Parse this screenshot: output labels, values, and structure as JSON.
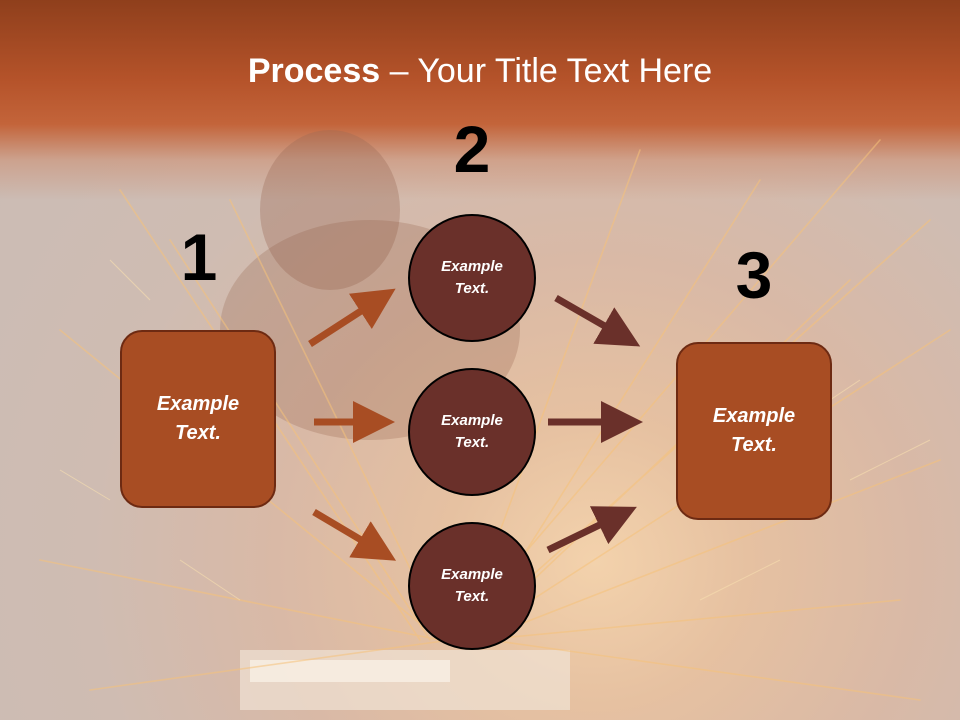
{
  "title": {
    "bold": "Process",
    "rest": " – Your Title Text Here"
  },
  "steps": [
    {
      "number": "1",
      "box": "Example Text."
    },
    {
      "number": "2",
      "circles": [
        "Example Text.",
        "Example Text.",
        "Example Text."
      ]
    },
    {
      "number": "3",
      "box": "Example Text."
    }
  ],
  "colors": {
    "box": "#a84d23",
    "circle": "#6a302a",
    "arrow_left": "#a84d23",
    "arrow_right": "#6a302a",
    "header": "#b5532a"
  }
}
